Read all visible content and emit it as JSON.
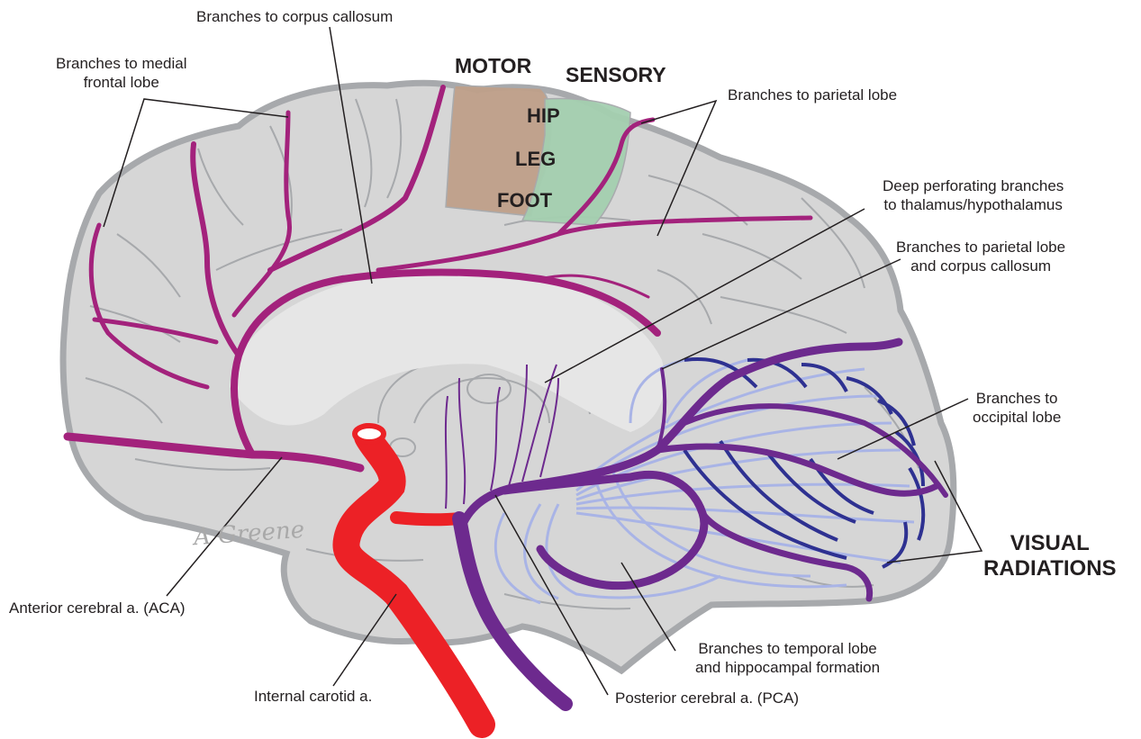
{
  "colors": {
    "brain_fill": "#d6d6d6",
    "brain_outline": "#a7a9ac",
    "gyri_lines": "#a7a9ac",
    "aca": "#a3227c",
    "pca": "#6d2a8e",
    "internal_carotid": "#ec2126",
    "visual_radiations_light": "#a9b4e6",
    "visual_radiations_dark": "#2e3191",
    "motor_area": "#bfa08a",
    "sensory_area": "#a4cfb0",
    "leader_lines": "#231f20"
  },
  "labels": {
    "corpus_callosum": "Branches to corpus callosum",
    "medial_frontal": [
      "Branches to medial",
      "frontal lobe"
    ],
    "parietal": "Branches to parietal lobe",
    "deep_perforating": [
      "Deep perforating branches",
      "to thalamus/hypothalamus"
    ],
    "parietal_cc": [
      "Branches to parietal lobe",
      "and corpus callosum"
    ],
    "occipital": [
      "Branches to",
      "occipital lobe"
    ],
    "visual_radiations": [
      "VISUAL",
      "RADIATIONS"
    ],
    "aca": "Anterior cerebral a. (ACA)",
    "internal_carotid": "Internal carotid a.",
    "temporal_hippocampal": [
      "Branches to temporal lobe",
      "and hippocampal formation"
    ],
    "pca": "Posterior cerebral a. (PCA)"
  },
  "areas": {
    "motor": "MOTOR",
    "sensory": "SENSORY",
    "hip": "HIP",
    "leg": "LEG",
    "foot": "FOOT"
  },
  "signature": "A Greene"
}
